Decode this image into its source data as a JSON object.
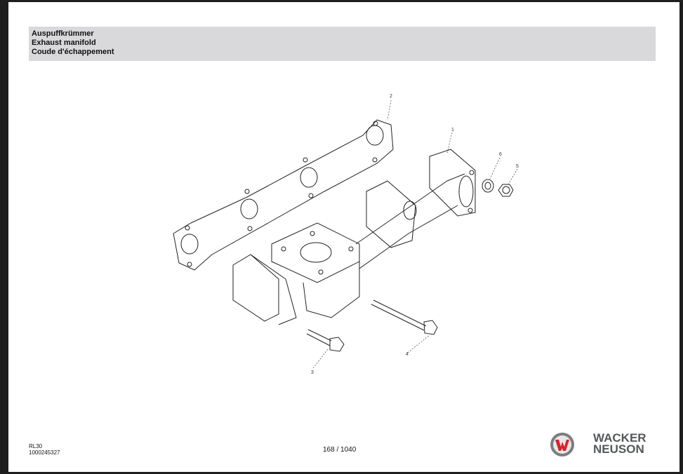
{
  "header": {
    "title_de": "Auspuffkrümmer",
    "title_en": "Exhaust manifold",
    "title_fr": "Coude d'échappement"
  },
  "diagram": {
    "callouts": [
      "1",
      "2",
      "3",
      "4",
      "5",
      "6"
    ]
  },
  "footer": {
    "model": "RL30",
    "doc_number": "1000245327",
    "page_indicator": "168 / 1040",
    "brand_line1": "WACKER",
    "brand_line2": "NEUSON"
  },
  "colors": {
    "logo_red": "#d8232a",
    "logo_gray": "#55585a",
    "title_bg": "#d9d9db"
  }
}
